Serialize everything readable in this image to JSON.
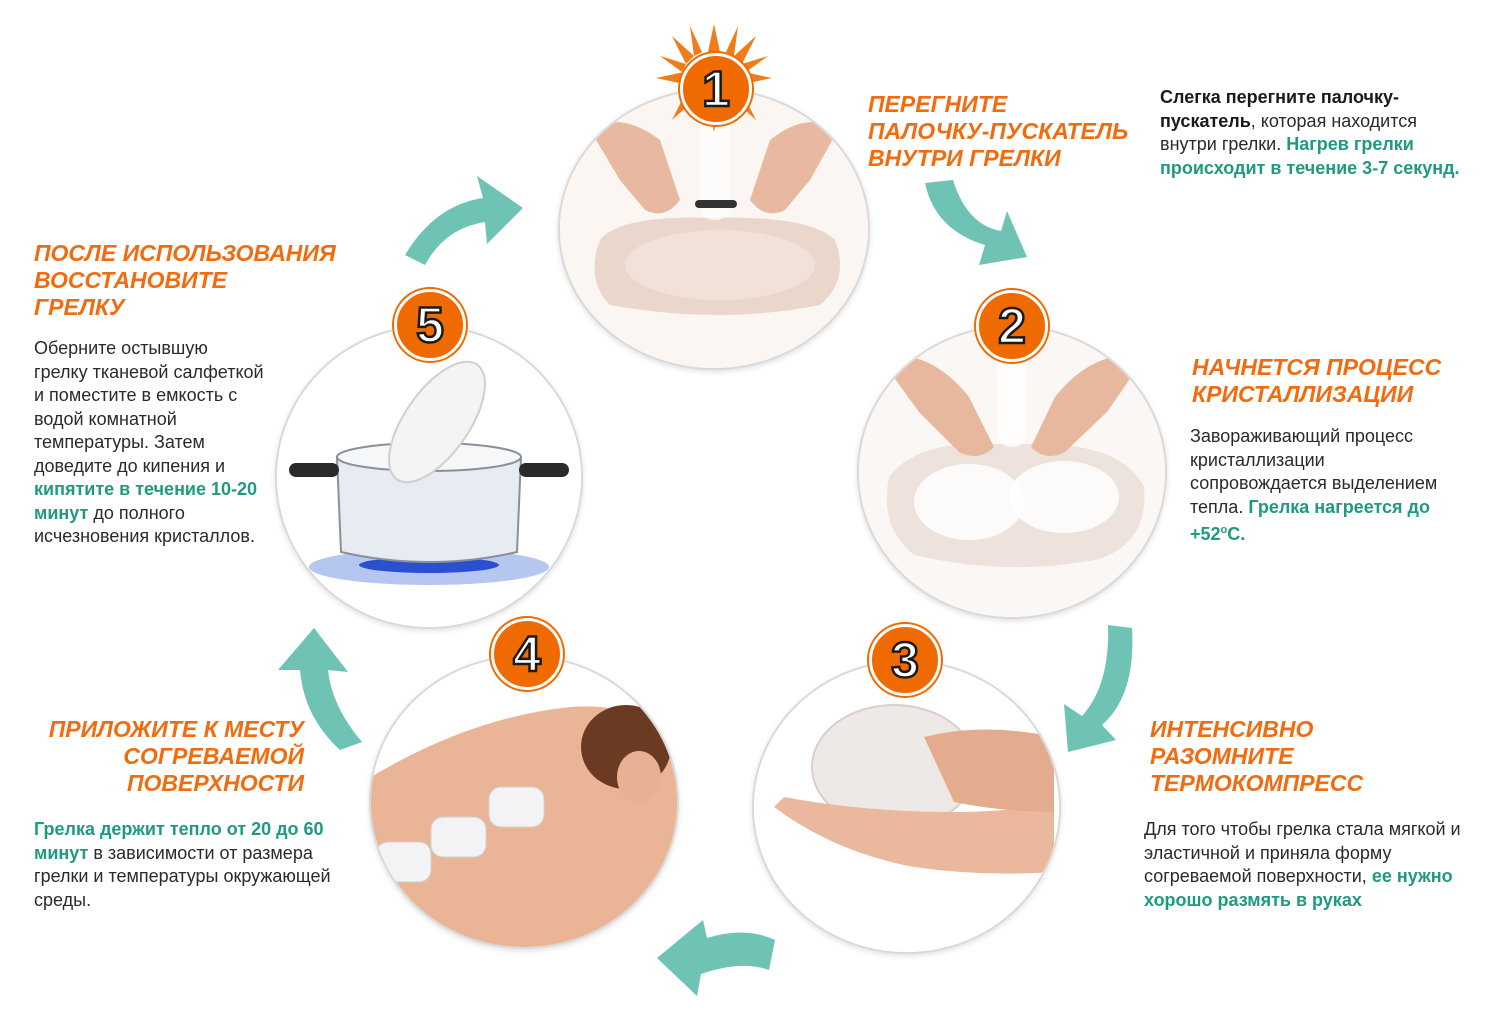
{
  "colors": {
    "accent": "#f26b0f",
    "teal": "#6fc3b5",
    "highlight": "#1f9a80",
    "badge": "#ef6a00"
  },
  "steps": [
    {
      "number": "1",
      "title_lines": [
        "ПЕРЕГНИТЕ",
        "ПАЛОЧКУ-ПУСКАТЕЛЬ",
        "ВНУТРИ ГРЕЛКИ"
      ],
      "desc": {
        "bold1": "Слегка перегните палочку-пускатель",
        "normal1": ", которая находится внутри грелки. ",
        "highlight": "Нагрев грелки происходит в течение 3-7 секунд."
      }
    },
    {
      "number": "2",
      "title_lines": [
        "НАЧНЕТСЯ ПРОЦЕСС",
        "КРИСТАЛЛИЗАЦИИ"
      ],
      "desc": {
        "normal1": "Завораживающий процесс кристаллизации сопровождается выделением тепла. ",
        "highlight": "Грелка нагреется до +52",
        "sup": "o",
        "highlight2": "C."
      }
    },
    {
      "number": "3",
      "title_lines": [
        "ИНТЕНСИВНО",
        "РАЗОМНИТЕ",
        "ТЕРМОКОМПРЕСС"
      ],
      "desc": {
        "normal1": "Для того чтобы грелка стала мягкой и эластичной и приняла форму согреваемой поверхности, ",
        "highlight": "ее нужно хорошо размять в руках"
      }
    },
    {
      "number": "4",
      "title_lines": [
        "ПРИЛОЖИТЕ К МЕСТУ",
        "СОГРЕВАЕМОЙ",
        "ПОВЕРХНОСТИ"
      ],
      "desc": {
        "highlight": "Грелка держит тепло от 20 до 60 минут",
        "normal1": " в зависимости от размера грелки и температуры окружающей среды."
      }
    },
    {
      "number": "5",
      "title_lines": [
        "ПОСЛЕ ИСПОЛЬЗОВАНИЯ",
        "ВОССТАНОВИТЕ",
        "ГРЕЛКУ"
      ],
      "desc": {
        "normal1": "Оберните остывшую грелку тканевой салфеткой и поместите в емкость с водой комнатной температуры. Затем доведите до кипения и ",
        "highlight": "кипятите в течение 10-20 минут",
        "normal2": " до полного исчезновения кристаллов."
      }
    }
  ]
}
